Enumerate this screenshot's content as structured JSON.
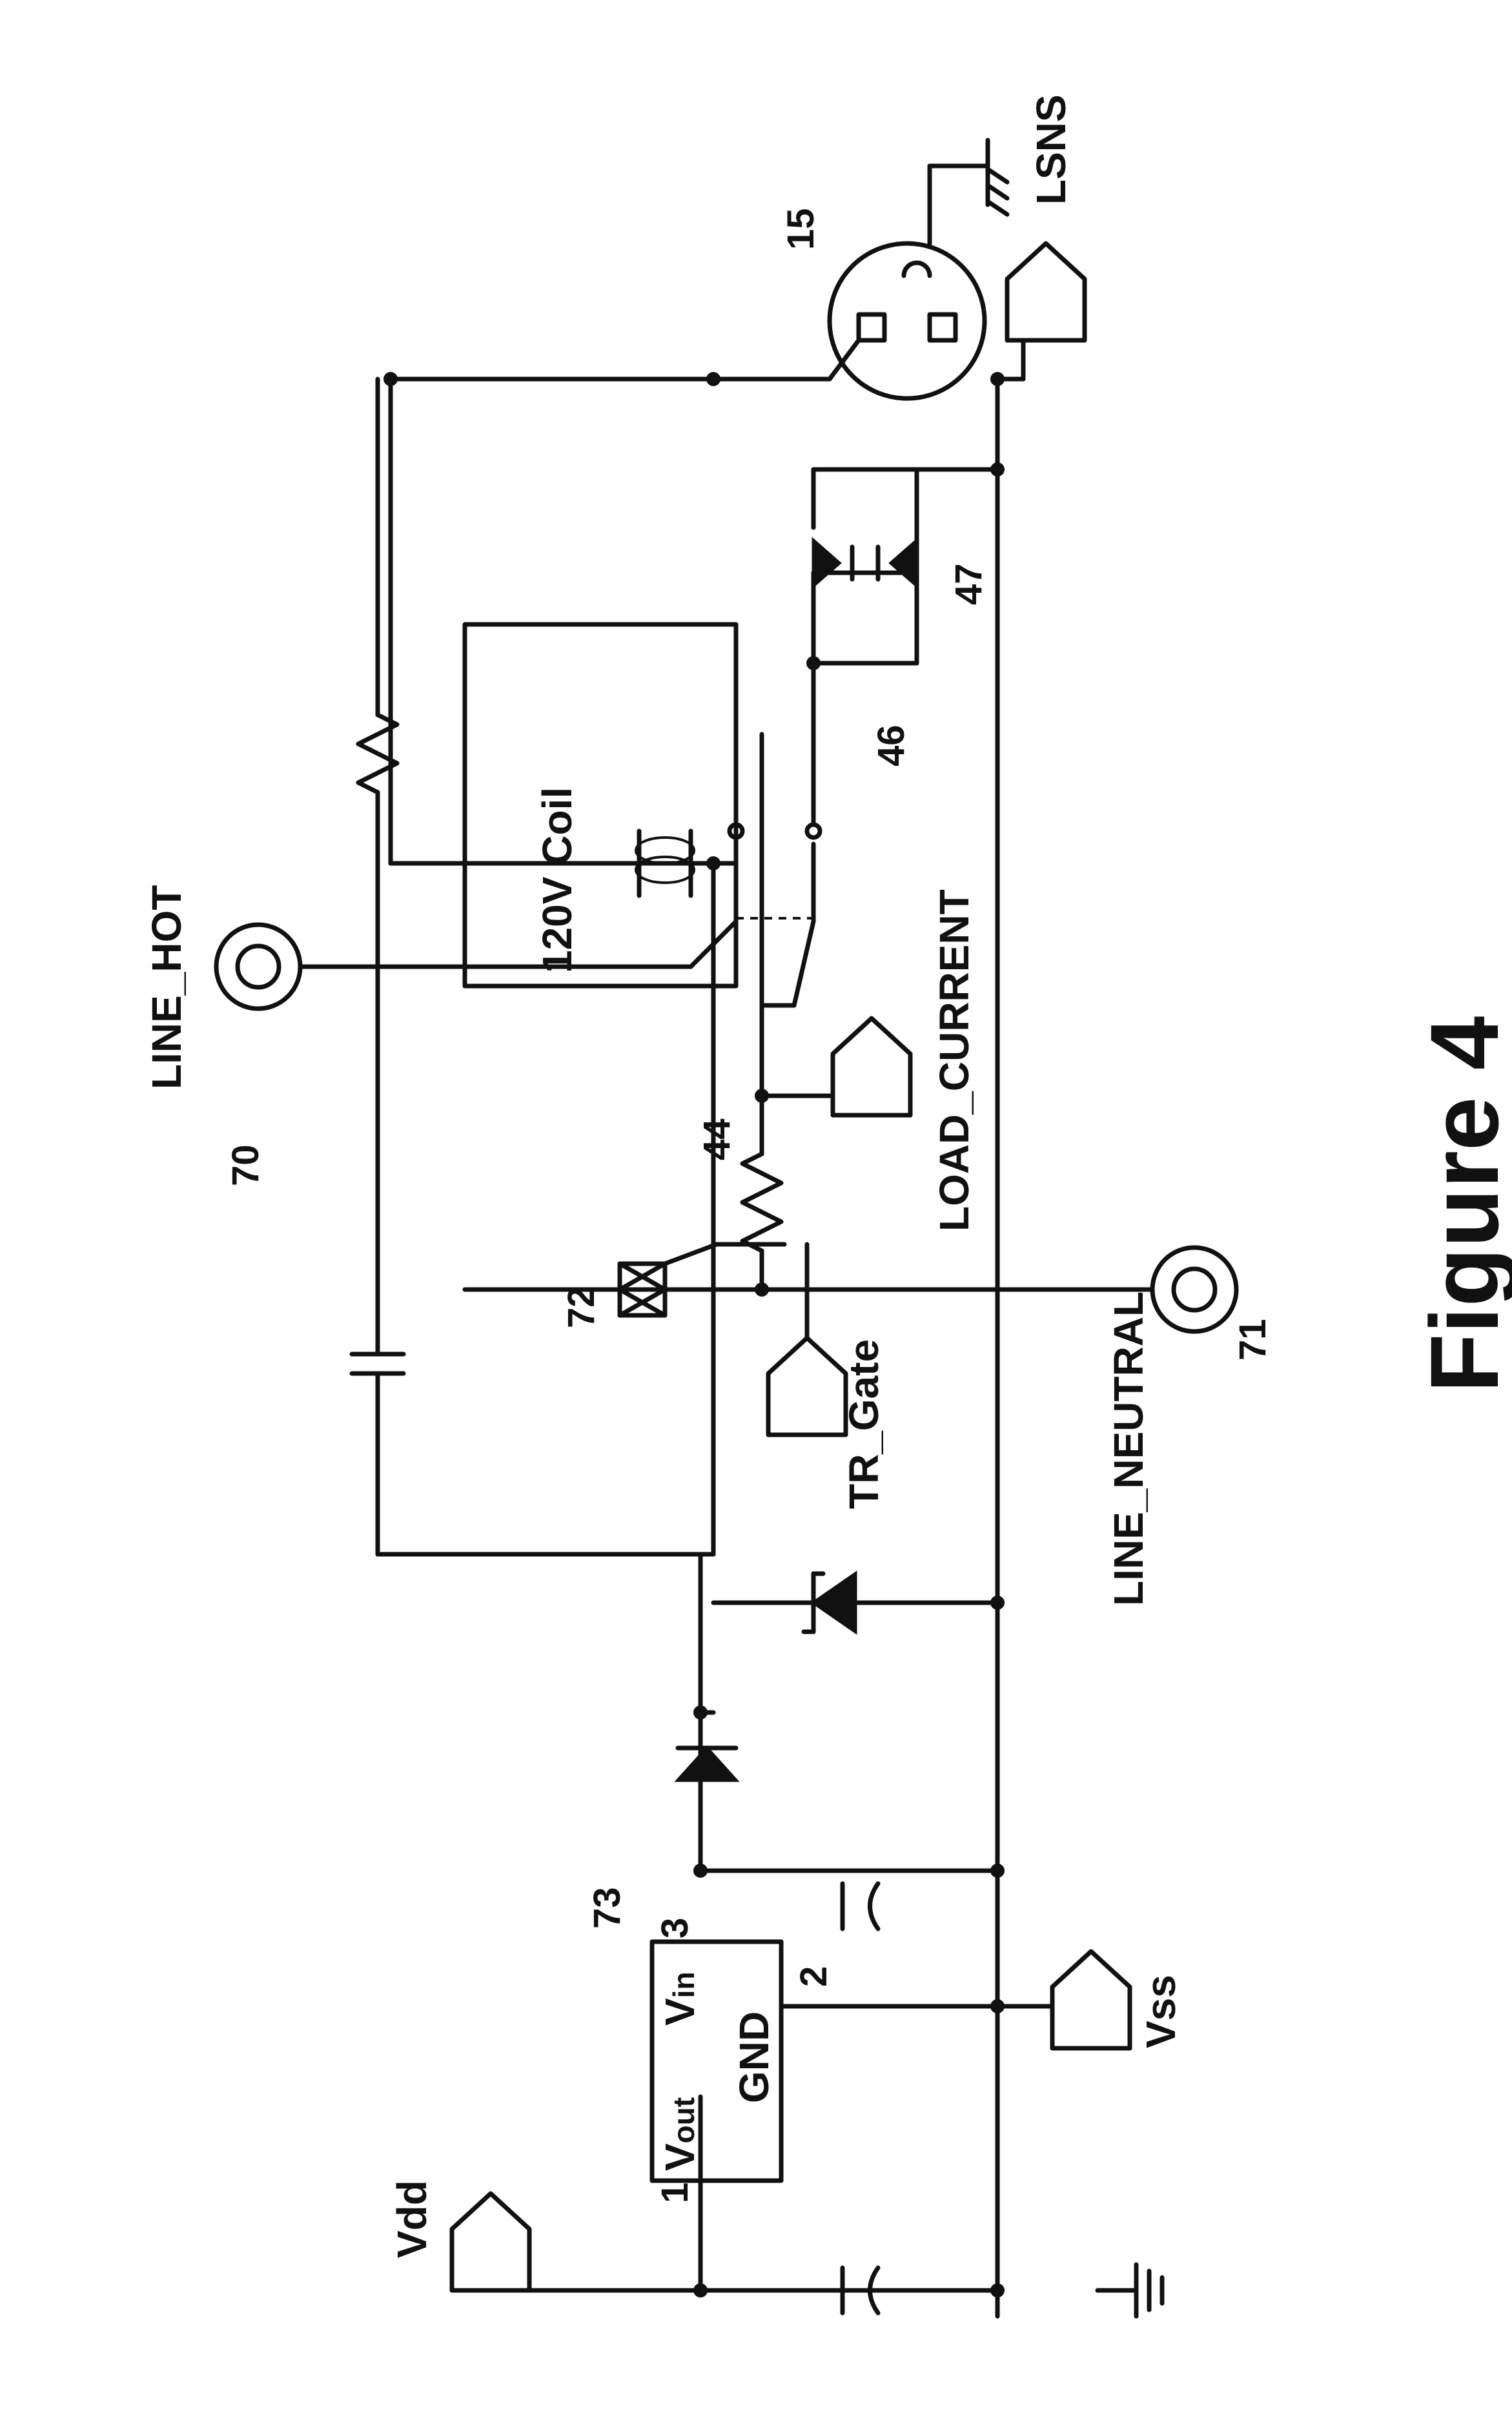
{
  "figure": {
    "title": "Figure 4"
  },
  "nets": {
    "vdd": "Vdd",
    "vss": "Vss",
    "tr_gate": "TR_Gate",
    "load_current": "LOAD_CURRENT",
    "lsns": "LSNS",
    "line_hot": "LINE_HOT",
    "line_neutral": "LINE_NEUTRAL"
  },
  "regulator": {
    "ref": "73",
    "gnd": "GND",
    "vout": "V",
    "vout_sub": "out",
    "vin": "V",
    "vin_sub": "in",
    "pin1": "1",
    "pin2": "2",
    "pin3": "3"
  },
  "components": {
    "terminal_hot": "70",
    "terminal_neutral": "71",
    "triac": "72",
    "resistor_44": "44",
    "diode_46": "46",
    "diode_47": "47",
    "socket_15": "15",
    "coil": "120V Coil"
  }
}
